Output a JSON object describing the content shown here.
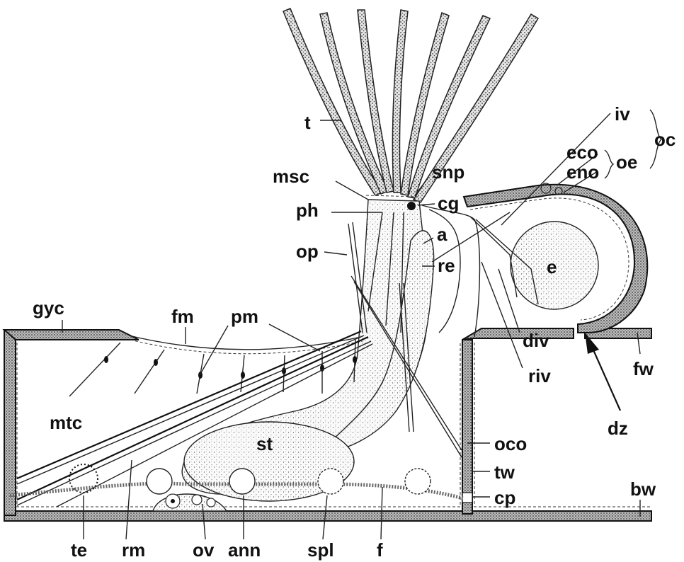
{
  "labels": {
    "t": "t",
    "msc": "msc",
    "snp": "snp",
    "cg": "cg",
    "ph": "ph",
    "a": "a",
    "op": "op",
    "re": "re",
    "gyc": "gyc",
    "fm": "fm",
    "pm": "pm",
    "mtc": "mtc",
    "st": "st",
    "te": "te",
    "rm": "rm",
    "ov": "ov",
    "ann": "ann",
    "spl": "spl",
    "f": "f",
    "oco": "oco",
    "tw": "tw",
    "cp": "cp",
    "bw": "bw",
    "fw": "fw",
    "dz": "dz",
    "e": "e",
    "div": "div",
    "riv": "riv",
    "iv": "iv",
    "oc": "oc",
    "eco": "eco",
    "eno": "eno",
    "oe": "oe"
  },
  "colors": {
    "ink": "#111111",
    "background": "#ffffff"
  }
}
